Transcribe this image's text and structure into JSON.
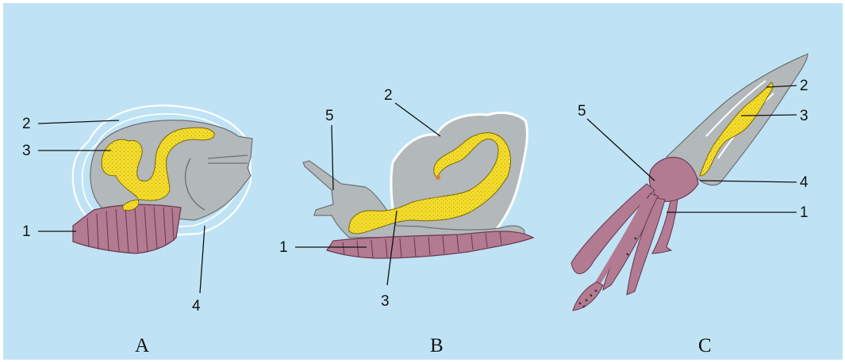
{
  "panels": [
    {
      "caption": "A",
      "labels": {
        "l1": "1",
        "l2": "2",
        "l3": "3",
        "l4": "4"
      }
    },
    {
      "caption": "B",
      "labels": {
        "l1": "1",
        "l2": "2",
        "l3": "3",
        "l5": "5"
      }
    },
    {
      "caption": "C",
      "labels": {
        "l1": "1",
        "l2": "2",
        "l3": "3",
        "l4": "4",
        "l5": "5"
      }
    }
  ],
  "colors": {
    "background": "#bfe3f5",
    "body": "#b3b8bb",
    "foot": "#b27b92",
    "digestive_gland": "#f3dc2b"
  }
}
